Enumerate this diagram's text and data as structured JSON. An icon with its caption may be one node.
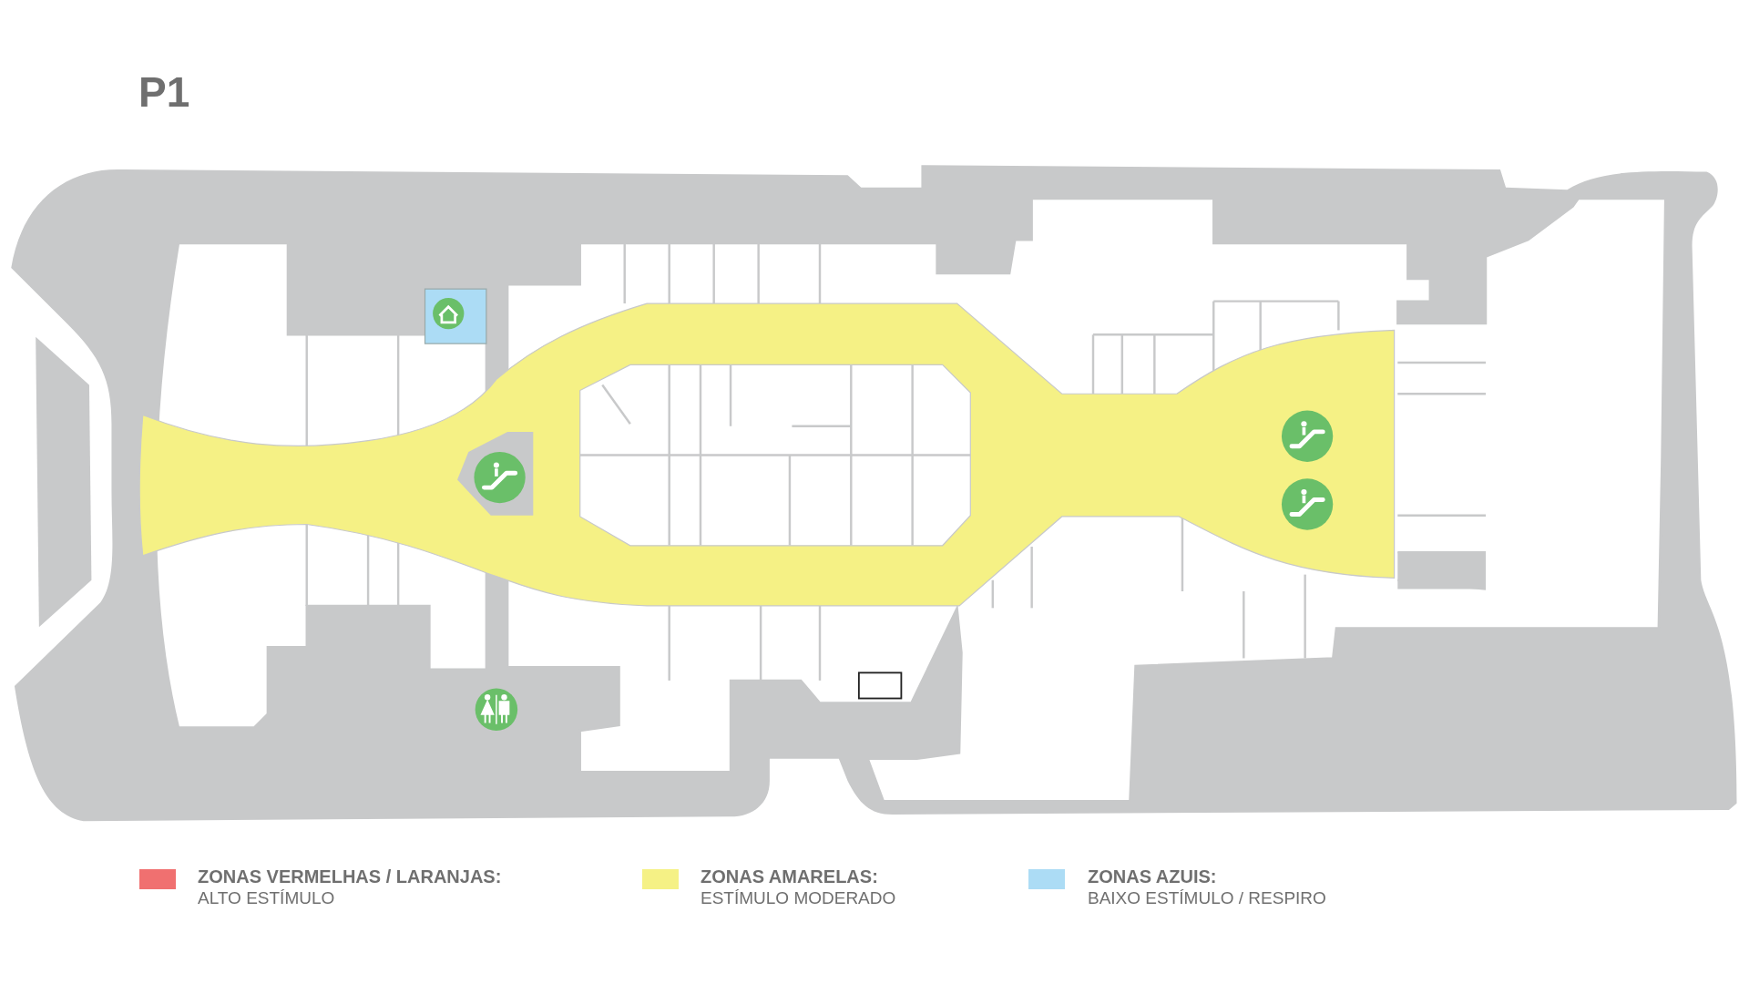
{
  "diagram": {
    "title": "P1",
    "legend": [
      {
        "text": "**ZONAS VERMELHAS / LARANJAS:** ALTO ESTÍMULO",
        "color": "#f07070"
      },
      {
        "text": "**ZONAS AMARELAS:** ESTÍMULO MODERADO",
        "color": "#f5f185"
      },
      {
        "text": "**ZONAS AZUIS:** BAIXO ESTÍMULO / RESPIRO",
        "color": "#acdcf5"
      }
    ]
  }
}
